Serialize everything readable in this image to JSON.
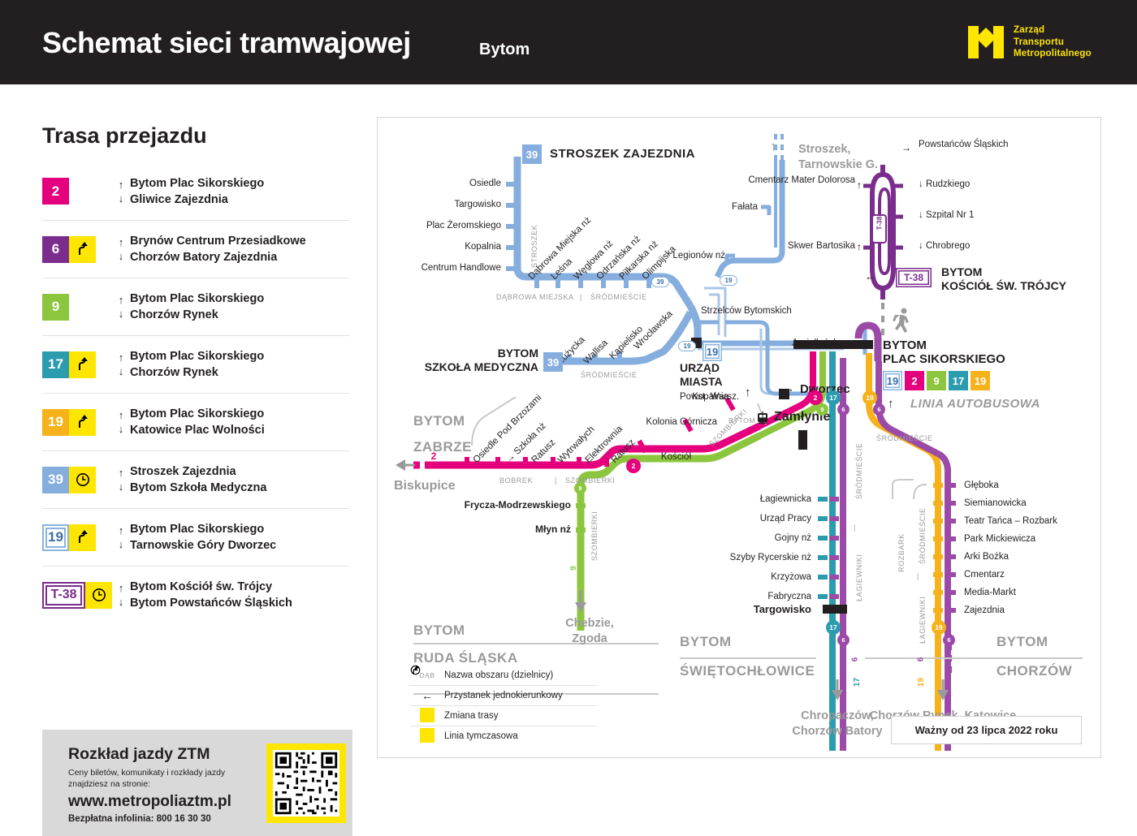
{
  "header": {
    "title": "Schemat sieci tramwajowej",
    "city": "Bytom",
    "logo_line1": "Zarząd",
    "logo_line2": "Transportu",
    "logo_line3": "Metropolitalnego",
    "logo_icon": "ztm-m-logo-icon",
    "bg": "#231f20",
    "accent": "#ffe600"
  },
  "sidebar": {
    "title": "Trasa przejazdu",
    "routes": [
      {
        "line": "2",
        "color": "#e5007d",
        "text_color": "#ffffff",
        "style": "solid",
        "marker": null,
        "dir_up": "Bytom Plac Sikorskiego",
        "dir_down": "Gliwice Zajezdnia"
      },
      {
        "line": "6",
        "color": "#7b2d8e",
        "text_color": "#ffffff",
        "style": "solid",
        "marker": "detour-icon",
        "dir_up": "Brynów Centrum Przesiadkowe",
        "dir_down": "Chorzów Batory Zajezdnia"
      },
      {
        "line": "9",
        "color": "#8cc63e",
        "text_color": "#ffffff",
        "style": "solid",
        "marker": null,
        "dir_up": "Bytom Plac Sikorskiego",
        "dir_down": "Chorzów Rynek"
      },
      {
        "line": "17",
        "color": "#2a9cae",
        "text_color": "#ffffff",
        "style": "solid",
        "marker": "detour-icon",
        "dir_up": "Bytom Plac Sikorskiego",
        "dir_down": "Chorzów Rynek"
      },
      {
        "line": "19",
        "color": "#f6b21b",
        "text_color": "#ffffff",
        "style": "solid",
        "marker": "detour-icon",
        "dir_up": "Bytom Plac Sikorskiego",
        "dir_down": "Katowice Plac Wolności"
      },
      {
        "line": "39",
        "color": "#85aede",
        "text_color": "#ffffff",
        "style": "solid",
        "marker": "clock-icon",
        "dir_up": "Stroszek Zajezdnia",
        "dir_down": "Bytom Szkoła Medyczna"
      },
      {
        "line": "19",
        "color": "#ffffff",
        "text_color": "#3b6ea5",
        "style": "outline",
        "marker": "detour-icon",
        "dir_up": "Bytom Plac Sikorskiego",
        "dir_down": "Tarnowskie Góry Dworzec"
      },
      {
        "line": "T-38",
        "color": "#ffffff",
        "text_color": "#7b2d8e",
        "style": "outline-purple",
        "marker": "clock-icon",
        "dir_up": "Bytom Kościół św. Trójcy",
        "dir_down": "Bytom Powstańców Śląskich"
      }
    ],
    "promo": {
      "title": "Rozkład jazdy ZTM",
      "subtitle": "Ceny biletów, komunikaty i rozkłady jazdy znajdziesz na stronie:",
      "url": "www.metropoliaztm.pl",
      "hotline_label": "Bezpłatna infolinia:",
      "hotline_number": "800 16 30 30",
      "qr_name": "qr-code"
    }
  },
  "map": {
    "valid_from": "Ważny od 23 lipca 2022 roku",
    "terminals": {
      "stroszek_zajezdnia": "STROSZEK ZAJEZDNIA",
      "stroszek_zajezdnia_line": "39",
      "szkola_medyczna": "BYTOM\nSZKOŁA MEDYCZNA",
      "szkola_medyczna_l1": "BYTOM",
      "szkola_medyczna_l2": "SZKOŁA MEDYCZNA",
      "szkola_medyczna_line": "39",
      "kosciol_trojcy_l1": "BYTOM",
      "kosciol_trojcy_l2": "KOŚCIÓŁ ŚW. TRÓJCY",
      "kosciol_trojcy_line": "T-38",
      "plac_sikorskiego_l1": "BYTOM",
      "plac_sikorskiego_l2": "PLAC SIKORSKIEGO",
      "plac_sikorskiego_lines": [
        "19",
        "2",
        "9",
        "17",
        "19"
      ],
      "urzad_miasta_l1": "URZĄD",
      "urzad_miasta_l2": "MIASTA",
      "urzad_miasta_line": "19",
      "urzad_miasta_stop": "Powst. Warsz.",
      "dworzec": "Dworzec",
      "zamlynie": "Zamłynie",
      "zamlynie_prefix": "BYTOM",
      "linia_autobusowa": "LINIA AUTOBUSOWA"
    },
    "stops_stroszek_vertical": [
      "Osiedle",
      "Targowisko",
      "Plac Żeromskiego",
      "Kopalnia",
      "Centrum Handlowe"
    ],
    "stops_dabrowa_diagonal": [
      "Dąbrowa Miejska nż",
      "Leśna",
      "Węglowa nż",
      "Odrzańska nż",
      "Piłkarska nż",
      "Olimpijska"
    ],
    "stops_medyczna_diagonal": [
      "Łużycka",
      "Wallisa",
      "Kąpielisko",
      "Wrocławska"
    ],
    "stops_north_blue": [
      "Fałata",
      "Legionów nż",
      "Strzelców Bytomskich",
      "Jagiellońska"
    ],
    "stops_t38_left": [
      "Cmentarz Mater Dolorosa",
      "Skwer Bartosika"
    ],
    "stops_t38_right": [
      "Powstańców Śląskich",
      "Rudzkiego",
      "Szpital Nr 1",
      "Chrobrego"
    ],
    "stops_west_pink_diagonal": [
      "Osiedle Pod Brzozami",
      "Szkoła nż",
      "Ratusz",
      "Wytrwałych",
      "Elektrownia",
      "Ratusz"
    ],
    "stops_szombierki": [
      "Kościół",
      "Kolonia Górnicza",
      "Kopalnia"
    ],
    "stops_green_south": [
      "Frycza-Modrzewskiego",
      "Młyn nż"
    ],
    "stops_lagiewniki": [
      "Łagiewnicka",
      "Urząd Pracy",
      "Gojny nż",
      "Szyby Rycerskie nż",
      "Krzyżowa",
      "Fabryczna",
      "Targowisko"
    ],
    "stops_rozbark": [
      "Głęboka",
      "Siemianowicka",
      "Teatr Tańca – Rozbark",
      "Park Mickiewicza",
      "Arki Bożka",
      "Cmentarz",
      "Media-Markt",
      "Zajezdnia"
    ],
    "districts": [
      "STROSZEK",
      "DĄBROWA MIEJSKA",
      "ŚRÓDMIEŚCIE",
      "ŚRÓDMIEŚCIE",
      "BOBREK",
      "SZOMBIERKI",
      "SZOMBIERKI",
      "SZOMBIERKI",
      "ŚRÓDMIEŚCIE",
      "ŁAGIEWNIKI",
      "ROZBARK",
      "ŚRÓDMIEŚCIE",
      "ŁAGIEWNIKI",
      "ŚRÓDMIEŚCIE"
    ],
    "borders": [
      {
        "a": "BYTOM",
        "b": "ZABRZE"
      },
      {
        "a": "BYTOM",
        "b": "RUDA ŚLĄSKA"
      },
      {
        "a": "BYTOM",
        "b": "ŚWIĘTOCHŁOWICE"
      },
      {
        "a": "BYTOM",
        "b": "CHORZÓW"
      }
    ],
    "offmap_destinations": [
      {
        "name": "Stroszek,\nTarnowskie G.",
        "l1": "Stroszek,",
        "l2": "Tarnowskie G."
      },
      {
        "name": "Biskupice",
        "l1": "Biskupice",
        "l2": ""
      },
      {
        "name": "Chebzie, Zgoda",
        "l1": "Chebzie,",
        "l2": "Zgoda"
      },
      {
        "name": "Chropaczów, Chorzów Batory",
        "l1": "Chropaczów,",
        "l2": "Chorzów Batory"
      },
      {
        "name": "Chorzów Rynek, Katowice",
        "l1": "Chorzów Rynek, Katowice",
        "l2": ""
      }
    ],
    "legend": [
      {
        "icon": "DĄB",
        "icon_name": "district-abbrev-icon",
        "text": "Nazwa obszaru (dzielnicy)"
      },
      {
        "icon": "←",
        "icon_name": "one-way-stop-arrow-icon",
        "text": "Przystanek jednokierunkowy"
      },
      {
        "icon": "detour",
        "icon_name": "detour-icon",
        "text": "Zmiana trasy"
      },
      {
        "icon": "clock",
        "icon_name": "clock-icon",
        "text": "Linia tymczasowa"
      }
    ]
  },
  "colors": {
    "line2": "#e5007d",
    "line6": "#9b4ba7",
    "line9": "#8cc63e",
    "line17": "#2a9cae",
    "line19": "#f6b21b",
    "line39": "#85aede",
    "lineT38": "#7b2d8e",
    "grey": "#9a9a9a",
    "dark": "#231f20"
  }
}
